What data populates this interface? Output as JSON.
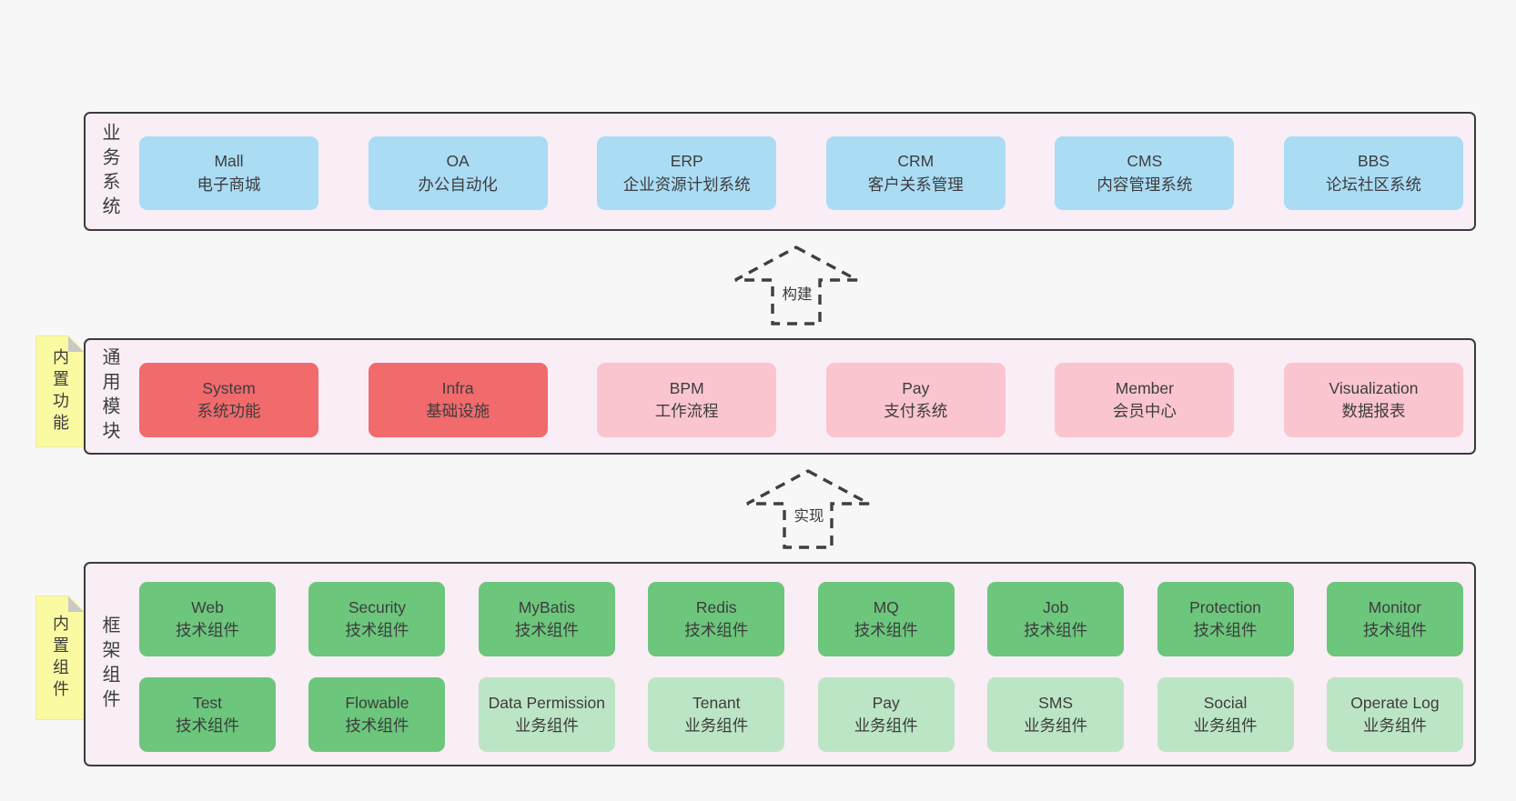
{
  "colors": {
    "page-bg": "#f7f7f7",
    "container-bg": "#f9edf6",
    "container-border": "#3b3b3b",
    "text": "#3d3d3d",
    "blue": "#aadcf4",
    "red": "#f16a6c",
    "pink": "#fac5cf",
    "green": "#6cc67c",
    "green-light": "#bce5c5",
    "yellow": "#fafaa2",
    "fold-gray": "#c8c8c8",
    "arrow": "#3f3f3f"
  },
  "arrows": [
    {
      "label": "构建"
    },
    {
      "label": "实现"
    }
  ],
  "layers": [
    {
      "label": "业务系统",
      "boxes": [
        {
          "title": "Mall",
          "subtitle": "电子商城",
          "color": "blue"
        },
        {
          "title": "OA",
          "subtitle": "办公自动化",
          "color": "blue"
        },
        {
          "title": "ERP",
          "subtitle": "企业资源计划系统",
          "color": "blue"
        },
        {
          "title": "CRM",
          "subtitle": "客户关系管理",
          "color": "blue"
        },
        {
          "title": "CMS",
          "subtitle": "内容管理系统",
          "color": "blue"
        },
        {
          "title": "BBS",
          "subtitle": "论坛社区系统",
          "color": "blue"
        }
      ]
    },
    {
      "label": "通用模块",
      "note": "内置功能",
      "boxes": [
        {
          "title": "System",
          "subtitle": "系统功能",
          "color": "red"
        },
        {
          "title": "Infra",
          "subtitle": "基础设施",
          "color": "red"
        },
        {
          "title": "BPM",
          "subtitle": "工作流程",
          "color": "pink"
        },
        {
          "title": "Pay",
          "subtitle": "支付系统",
          "color": "pink"
        },
        {
          "title": "Member",
          "subtitle": "会员中心",
          "color": "pink"
        },
        {
          "title": "Visualization",
          "subtitle": "数据报表",
          "color": "pink"
        }
      ]
    },
    {
      "label": "框架组件",
      "note": "内置组件",
      "rows": [
        [
          {
            "title": "Web",
            "subtitle": "技术组件",
            "color": "green"
          },
          {
            "title": "Security",
            "subtitle": "技术组件",
            "color": "green"
          },
          {
            "title": "MyBatis",
            "subtitle": "技术组件",
            "color": "green"
          },
          {
            "title": "Redis",
            "subtitle": "技术组件",
            "color": "green"
          },
          {
            "title": "MQ",
            "subtitle": "技术组件",
            "color": "green"
          },
          {
            "title": "Job",
            "subtitle": "技术组件",
            "color": "green"
          },
          {
            "title": "Protection",
            "subtitle": "技术组件",
            "color": "green"
          },
          {
            "title": "Monitor",
            "subtitle": "技术组件",
            "color": "green"
          }
        ],
        [
          {
            "title": "Test",
            "subtitle": "技术组件",
            "color": "green"
          },
          {
            "title": "Flowable",
            "subtitle": "技术组件",
            "color": "green"
          },
          {
            "title": "Data Permission",
            "subtitle": "业务组件",
            "color": "green-light"
          },
          {
            "title": "Tenant",
            "subtitle": "业务组件",
            "color": "green-light"
          },
          {
            "title": "Pay",
            "subtitle": "业务组件",
            "color": "green-light"
          },
          {
            "title": "SMS",
            "subtitle": "业务组件",
            "color": "green-light"
          },
          {
            "title": "Social",
            "subtitle": "业务组件",
            "color": "green-light"
          },
          {
            "title": "Operate Log",
            "subtitle": "业务组件",
            "color": "green-light"
          }
        ]
      ]
    }
  ]
}
